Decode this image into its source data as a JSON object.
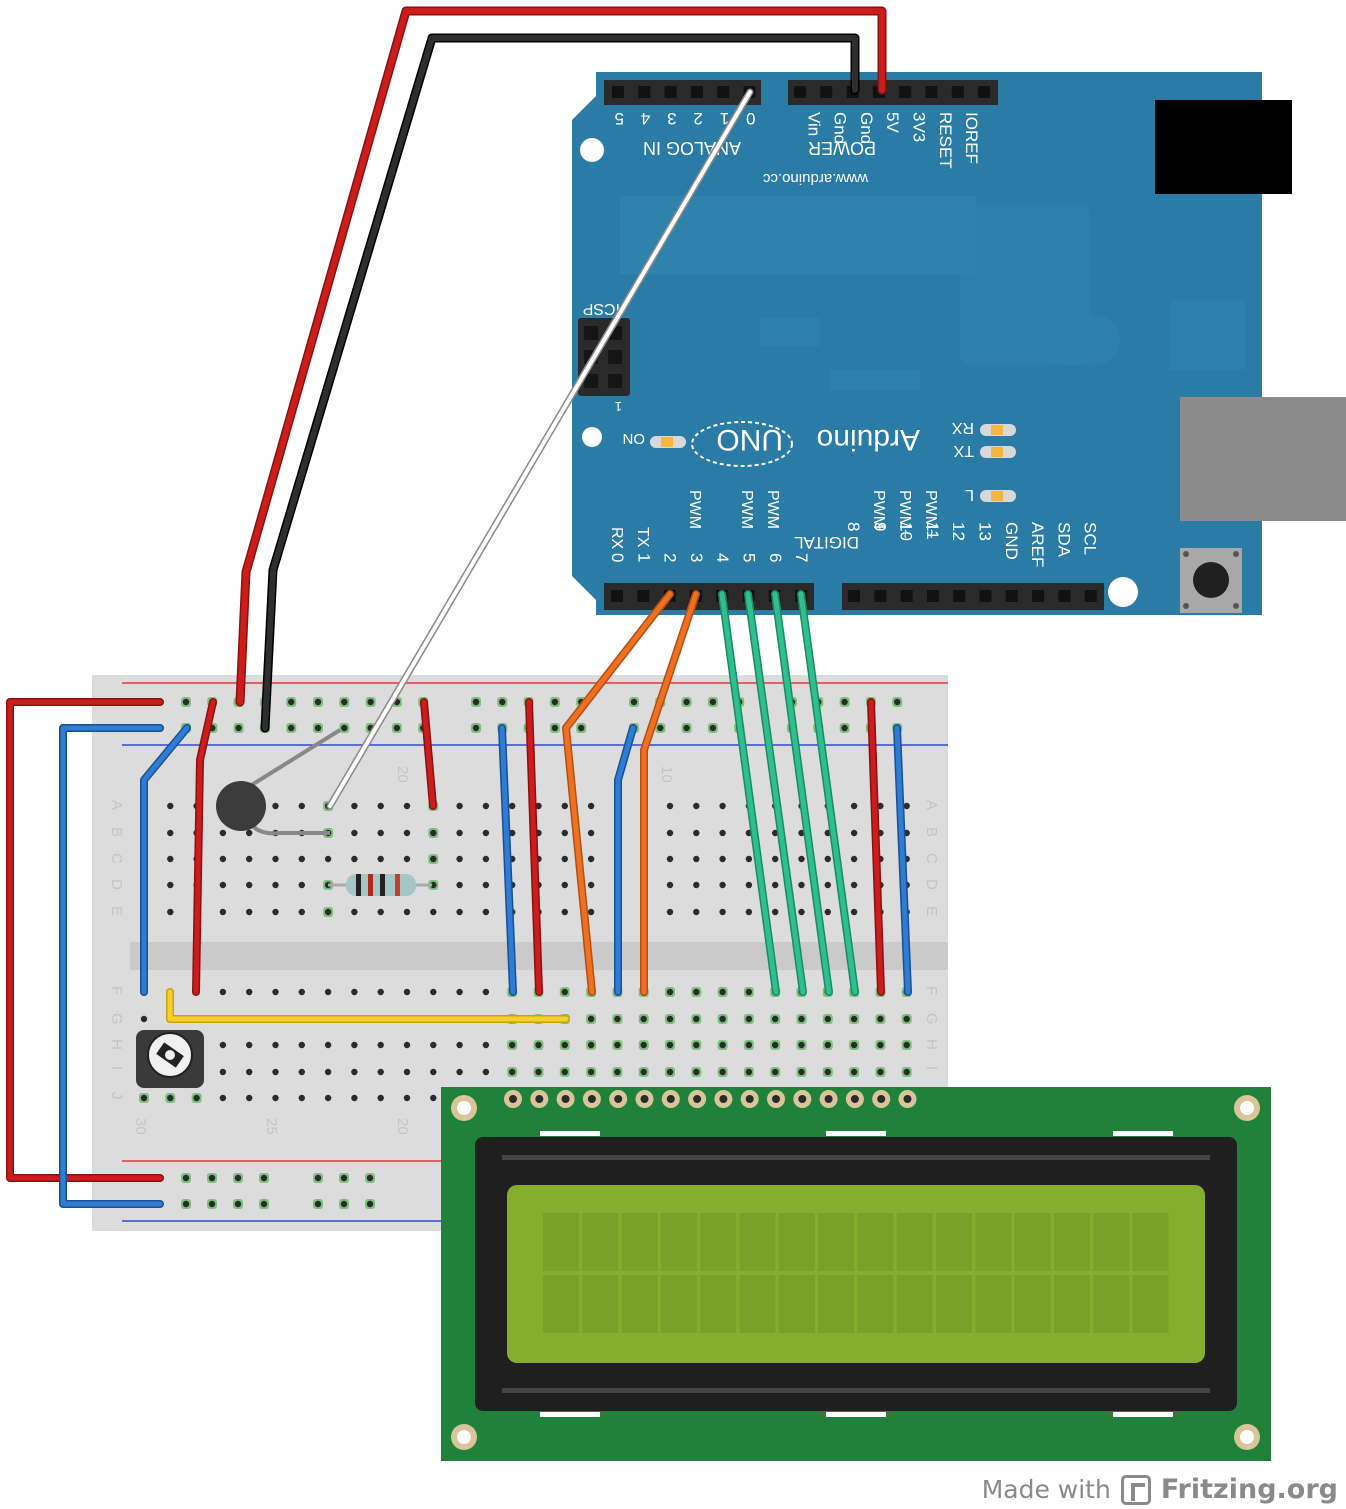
{
  "arduino": {
    "brand": "Arduino",
    "model": "UNO",
    "url": "www.arduino.cc",
    "on_label": "ON",
    "icsp_label": "ICSP",
    "icsp_pin1": "1",
    "led_labels": [
      "RX",
      "TX",
      "L"
    ],
    "analog_header_label": "ANALOG IN",
    "analog_pins": [
      "5",
      "4",
      "3",
      "2",
      "1",
      "0"
    ],
    "power_header_label": "POWER",
    "power_pins": [
      "Vin",
      "Gnd",
      "Gnd",
      "5V",
      "3V3",
      "RESET",
      "IOREF"
    ],
    "digital_header_label": "DIGITAL",
    "digital_pins_low": [
      "0",
      "1",
      "2",
      "3",
      "4",
      "5",
      "6",
      "7"
    ],
    "digital_pins_high": [
      "8",
      "9",
      "10",
      "11",
      "12",
      "13",
      "GND",
      "AREF",
      "SDA",
      "SCL"
    ],
    "pin_suffix": {
      "rx": "RX",
      "tx": "TX",
      "pwm": "PWM",
      "pwm_tilde": "PWM~"
    }
  },
  "breadboard": {
    "row_letters_top": [
      "A",
      "B",
      "C",
      "D",
      "E"
    ],
    "row_letters_bottom": [
      "F",
      "G",
      "H",
      "I",
      "J"
    ],
    "column_numbers_top": [
      "20",
      "10"
    ],
    "column_numbers_bottom": [
      "30",
      "25",
      "20"
    ]
  },
  "footer": {
    "made_with": "Made with",
    "brand": "Fritzing.org"
  },
  "colors": {
    "arduino_board": "#2a7ba5",
    "lcd_pcb": "#20823a",
    "lcd_screen": "#86ad2e",
    "wire_red": "#cc1d1d",
    "wire_black": "#1e1e1e",
    "wire_blue": "#2e7cd4",
    "wire_orange": "#f07021",
    "wire_teal": "#2ebf8f",
    "wire_yellow": "#f6cf2a",
    "wire_white": "#ffffff"
  }
}
